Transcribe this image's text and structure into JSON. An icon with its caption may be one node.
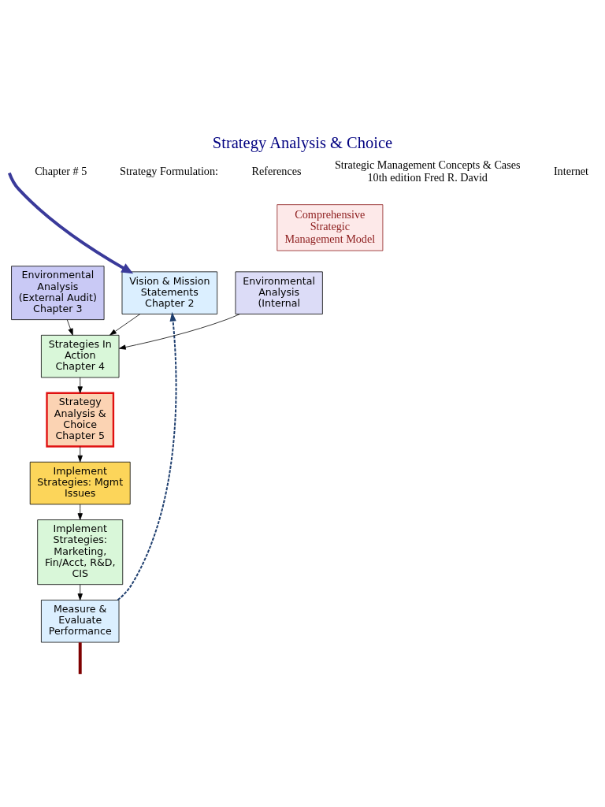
{
  "diagram": {
    "title": "Strategy Analysis & Choice",
    "nodes": [
      {
        "text": [
          "Comprehensive Strategic Management Model"
        ]
      },
      {
        "text": [
          "Environmental Analysis (External Audit)",
          "Chapter 3"
        ]
      },
      {
        "text": [
          "Vision & Mission Statements",
          "Chapter 2"
        ]
      },
      {
        "text": [
          "Strategies In Action",
          "Chapter 4"
        ]
      },
      {
        "text": [
          "Strategy Analysis & Choice",
          "Chapter 5"
        ]
      },
      {
        "text": [
          "Implement Strategies: Mgmt Issues"
        ]
      },
      {
        "text": [
          "Implement Strategies: Marketing, Fin/Acct, R&D, CIS"
        ]
      },
      {
        "text": [
          "Measure & Evaluate Performance"
        ]
      },
      {
        "text": [
          "Environmental Analysis (Internal"
        ]
      }
    ],
    "edges": [
      {
        "from": 2,
        "to": 3,
        "arrow": "to"
      },
      {
        "from": 1,
        "to": 3,
        "arrow": "to"
      },
      {
        "from": 8,
        "to": 3,
        "arrow": "to"
      },
      {
        "from": 3,
        "to": 4,
        "arrow": "to"
      },
      {
        "from": 4,
        "to": 5,
        "arrow": "to"
      },
      {
        "from": 5,
        "to": 6,
        "arrow": "to"
      },
      {
        "from": 6,
        "to": 7,
        "arrow": "to"
      },
      {
        "from": 7,
        "to": 2,
        "arrow": "to",
        "style": "dashed",
        "color": "#1f3f6f"
      },
      {
        "from": null,
        "to": 2,
        "arrow": "to",
        "style": "thick",
        "color": "#3a3a9a"
      },
      {
        "from": 7,
        "to": null,
        "arrow": "none",
        "style": "thick",
        "color": "#7f0000"
      }
    ],
    "labels": [
      "Chapter # 5",
      "Strategy Formulation:",
      "References",
      "Strategic Management Concepts & Cases 10th edition Fred R. David",
      "Internet"
    ]
  }
}
